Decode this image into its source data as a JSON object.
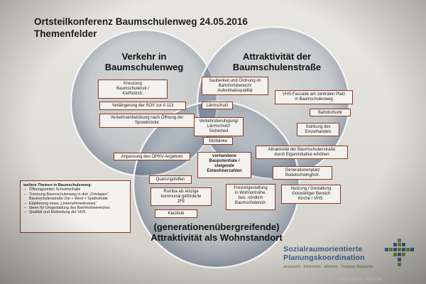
{
  "title": {
    "line1": "Ortsteilkonferenz Baumschulenweg 24.05.2016",
    "line2": "Themenfelder"
  },
  "circles": {
    "verkehr": {
      "line1": "Verkehr in",
      "line2": "Baumschulenweg"
    },
    "attraktiv": {
      "line1": "Attraktivität der",
      "line2": "Baumschulenstraße"
    },
    "wohn": {
      "line1": "(generationenübergreifende)",
      "line2": "Attraktivität als Wohnstandort"
    }
  },
  "boxes": {
    "kreuzung": "Kreuzung\nBaumschulenstr./\nKiefholzstr.",
    "sov": "Verlängerung der SOV zur A 113",
    "spreebruecke": "Verkehrsentwicklung nach Öffnung der\nSpreebrücke",
    "sauberkeit": "Sauberkeit und Ordnung im\nBahnhofsbereich/\nAufenthaltsqualität",
    "laermschutz": "Lärmschutz",
    "vhs_fassade": "VHS-Fassade am zentralen Platz\nin Baumschulenweg",
    "bahnhofsuhr": "Bahnhofsuhr",
    "einzelhandel": "Stärkung des\nEinzelhandels",
    "verkehrsberuhigung": "Verkehrsberuhigung/\nLärmschutz/\nSicherheit",
    "sitzbaenke": "Sitzbänke",
    "oepnv": "Anpassung des ÖPNV-Angebots",
    "baupotentiale": "vorhandene\nBaupotentiale /\nsteigende\nEinwohnerzahlen",
    "eigeninitiative": "Attraktivität der Baumschulenstraße\ndurch Eigeninitiative erhöhen",
    "generationenplatz": "Generationenplatz\nBodelschwinghstr.",
    "querungshilfen": "Querungshilfen",
    "rumba": "Rumba als einzige\nkommunal geförderte\nJFE",
    "freizeit": "Freizeitgestaltung\nin Wohnortnähe,\nbes. nördlich\nBaumschulenstr.",
    "nutzung": "Nutzung / Gestaltung\nrückwärtiger Bereich\nKirche / VHS.",
    "kiezklub": "Kiezklub"
  },
  "side_box": {
    "title": "weitere Themen in Baumschulenweg:",
    "items": [
      "Öffnungszeiten Schwimmhalle",
      "Trennung Baumschulenweg in drei „Ortslagen“: Baumschulenstraße Ost + West + Späthsfelde",
      "Etablierung eines „Unternehmerkreises“",
      "Ideen für Umgestaltung des Bahnhofsbereiches",
      "Qualität und Einbindung der VHS"
    ]
  },
  "logo": {
    "line1": "Sozialraumorientierte",
    "line2": "Planungskoordination",
    "tagline": "analysiert · informiert · aktiviert · Treptow-Köpenick"
  },
  "watermark": "www.Daum | Foto.de",
  "colors": {
    "box_border": "#8a3a22",
    "logo_blue": "#3d5f8e",
    "logo_green": "#5a6f3a",
    "circle_fill": "#2f4f7a"
  }
}
